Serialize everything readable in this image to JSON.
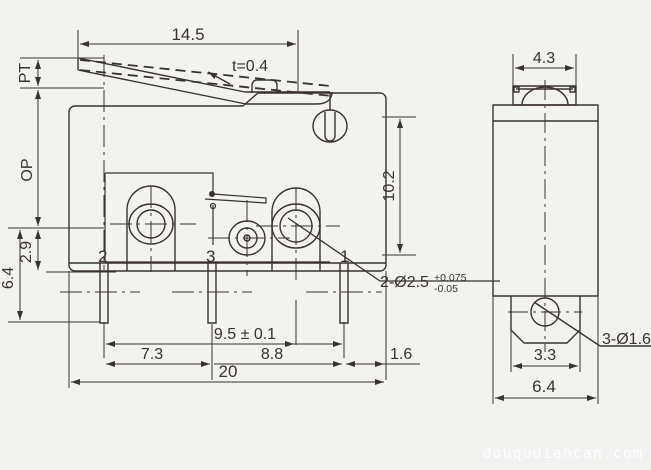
{
  "drawing": {
    "title": "Micro switch outline dimension drawing",
    "units": "mm",
    "line_color": "#3a3230",
    "background_color": "#f2f2f0",
    "views": [
      {
        "name": "front-view",
        "label": ""
      },
      {
        "name": "side-view",
        "label": ""
      }
    ]
  },
  "labels": {
    "pt": "PT",
    "op": "OP",
    "thickness": "t=0.4",
    "terminal_1": "1",
    "terminal_2": "2",
    "terminal_3": "3"
  },
  "dimensions": {
    "lever_length": "14.5",
    "body_height": "10.2",
    "overall_width": "20",
    "pin_1_offset": "7.3",
    "pin_span": "9.5 ± 0.1",
    "pin_3_offset": "8.8",
    "right_edge": "1.6",
    "pin_height": "6.4",
    "pin_height_inner": "2.9",
    "side_top_width": "4.3",
    "side_overall_width": "6.4",
    "side_tab_width": "3.3"
  },
  "callouts": {
    "mount_holes": {
      "prefix": "2-",
      "symbol": "Ø",
      "value": "2.5",
      "tol_upper": "+0.075",
      "tol_lower": "-0.05"
    },
    "terminal_holes": {
      "text": "3-Ø1.6"
    }
  },
  "watermark": {
    "text": "douqudiancan.com"
  }
}
